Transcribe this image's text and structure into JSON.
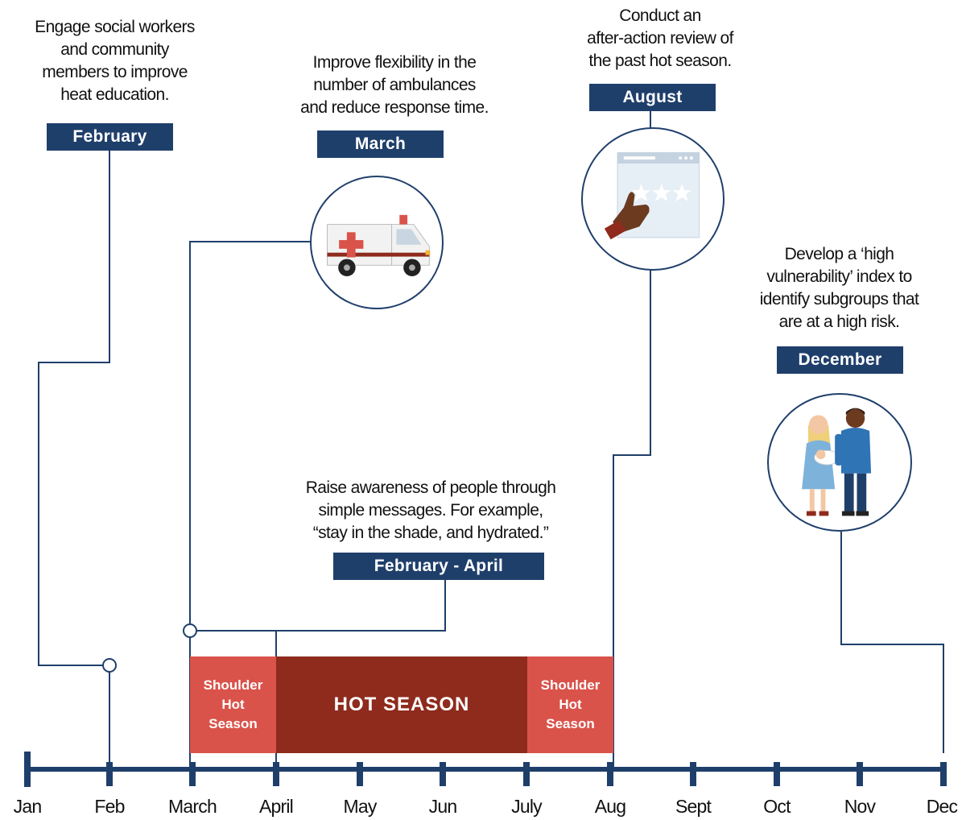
{
  "milestones": [
    {
      "tag": "February",
      "text": "Engage social workers\nand community\nmembers to improve\nheat education.",
      "icon": "none"
    },
    {
      "tag": "March",
      "text": "Improve flexibility in the\nnumber of ambulances\nand reduce response time.",
      "icon": "ambulance-icon"
    },
    {
      "tag": "August",
      "text": "Conduct an\nafter-action review of\nthe past hot season.",
      "icon": "review-rating-icon"
    },
    {
      "tag": "December",
      "text": "Develop a ‘high\nvulnerability’ index to\nidentify subgroups that\nare at a high risk.",
      "icon": "family-icon"
    },
    {
      "tag": "February - April",
      "text": "Raise awareness of people through\nsimple messages. For example,\n“stay in the shade, and hydrated.”",
      "icon": "none"
    }
  ],
  "seasons": {
    "shoulder_before": "Shoulder\nHot\nSeason",
    "hot": "HOT SEASON",
    "shoulder_after": "Shoulder\nHot\nSeason"
  },
  "months": [
    "Jan",
    "Feb",
    "March",
    "April",
    "May",
    "Jun",
    "July",
    "Aug",
    "Sept",
    "Oct",
    "Nov",
    "Dec"
  ],
  "colors": {
    "navy": "#1f3f6b",
    "shoulder": "#d9534a",
    "hot": "#8e2b1d"
  }
}
